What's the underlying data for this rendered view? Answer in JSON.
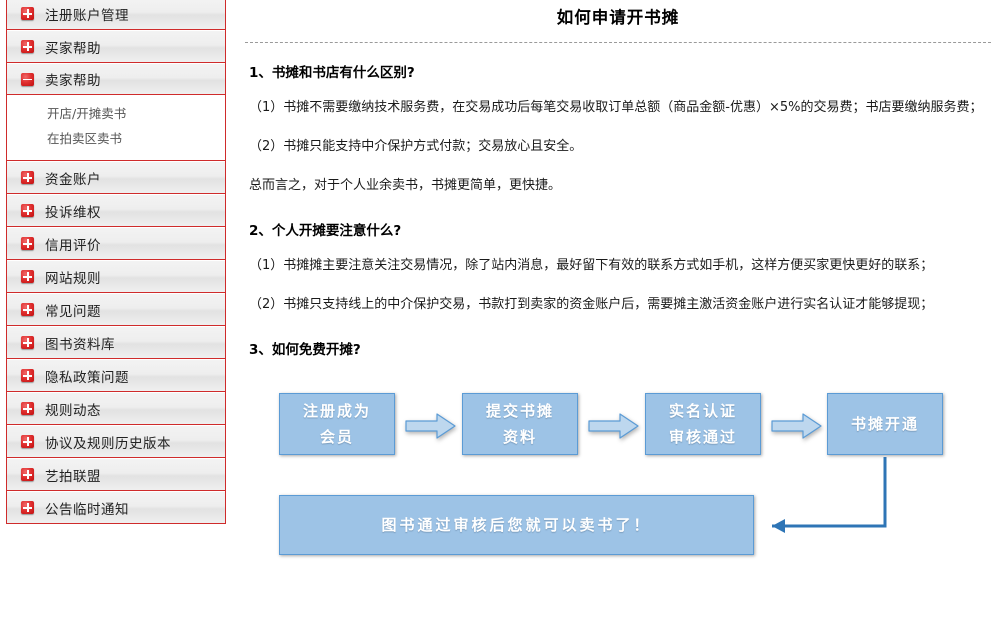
{
  "sidebar": {
    "groups": [
      {
        "label": "注册账户管理",
        "icon": "plus-icon",
        "expanded": false,
        "children": []
      },
      {
        "label": "买家帮助",
        "icon": "plus-icon",
        "expanded": false,
        "children": []
      },
      {
        "label": "卖家帮助",
        "icon": "minus-icon",
        "expanded": true,
        "children": [
          "开店/开摊卖书",
          "在拍卖区卖书"
        ]
      },
      {
        "label": "资金账户",
        "icon": "plus-icon",
        "expanded": false,
        "children": []
      },
      {
        "label": "投诉维权",
        "icon": "plus-icon",
        "expanded": false,
        "children": []
      },
      {
        "label": "信用评价",
        "icon": "plus-icon",
        "expanded": false,
        "children": []
      },
      {
        "label": "网站规则",
        "icon": "plus-icon",
        "expanded": false,
        "children": []
      },
      {
        "label": "常见问题",
        "icon": "plus-icon",
        "expanded": false,
        "children": []
      },
      {
        "label": "图书资料库",
        "icon": "plus-icon",
        "expanded": false,
        "children": []
      },
      {
        "label": "隐私政策问题",
        "icon": "plus-icon",
        "expanded": false,
        "children": []
      },
      {
        "label": "规则动态",
        "icon": "plus-icon",
        "expanded": false,
        "children": []
      },
      {
        "label": "协议及规则历史版本",
        "icon": "plus-icon",
        "expanded": false,
        "children": []
      },
      {
        "label": "艺拍联盟",
        "icon": "plus-icon",
        "expanded": false,
        "children": []
      },
      {
        "label": "公告临时通知",
        "icon": "plus-icon",
        "expanded": false,
        "children": []
      }
    ]
  },
  "main": {
    "title": "如何申请开书摊",
    "sections": [
      {
        "heading": "1、书摊和书店有什么区别?",
        "paragraphs": [
          "（1）书摊不需要缴纳技术服务费，在交易成功后每笔交易收取订单总额（商品金额-优惠）×5%的交易费；书店要缴纳服务费；",
          "（2）书摊只能支持中介保护方式付款；交易放心且安全。",
          "总而言之，对于个人业余卖书，书摊更简单，更快捷。"
        ]
      },
      {
        "heading": "2、个人开摊要注意什么?",
        "paragraphs": [
          "（1）书摊摊主要注意关注交易情况，除了站内消息，最好留下有效的联系方式如手机，这样方便买家更快更好的联系；",
          "（2）书摊只支持线上的中介保护交易，书款打到卖家的资金账户后，需要摊主激活资金账户进行实名认证才能够提现；"
        ]
      },
      {
        "heading": "3、如何免费开摊?",
        "paragraphs": []
      }
    ]
  },
  "flowchart": {
    "boxes": [
      {
        "id": "step1",
        "text": "注册成为\n会员"
      },
      {
        "id": "step2",
        "text": "提交书摊\n资料"
      },
      {
        "id": "step3",
        "text": "实名认证\n审核通过"
      },
      {
        "id": "step4",
        "text": "书摊开通"
      },
      {
        "id": "result",
        "text": "图书通过审核后您就可以卖书了！"
      }
    ],
    "arrows": [
      "arrow-right-1",
      "arrow-right-2",
      "arrow-right-3",
      "connector-elbow-left"
    ],
    "colors": {
      "fill": "#9dc3e6",
      "stroke": "#5b9bd5",
      "text": "#ffffff"
    }
  }
}
